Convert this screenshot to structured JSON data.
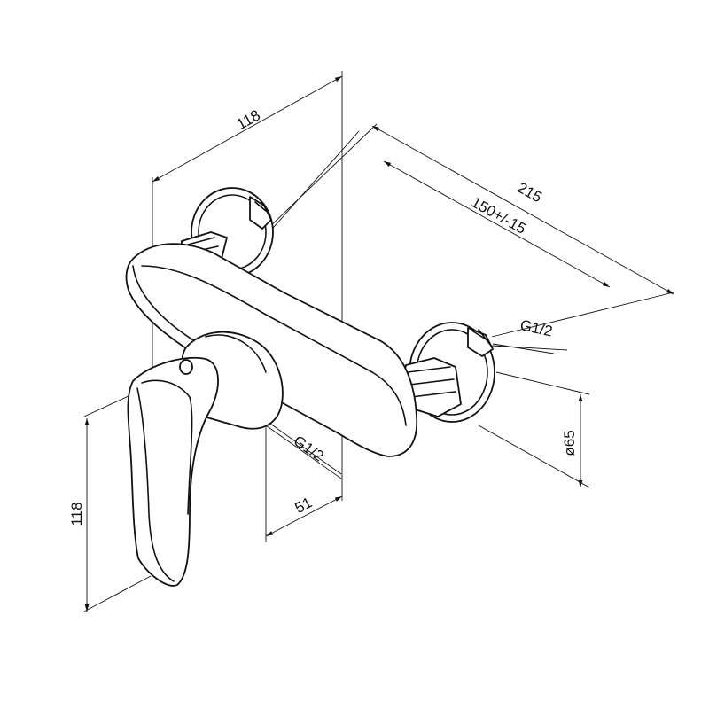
{
  "diagram": {
    "subject": "wall-mounted single-lever shower mixer",
    "dimensions": {
      "top_width": "118",
      "overall_depth": "215",
      "connection_spacing": "150+/-15",
      "thread_right": "G1/2",
      "thread_bottom": "G1/2",
      "escutcheon_diameter": "ø65",
      "wall_offset": "51",
      "lever_height": "118"
    }
  }
}
